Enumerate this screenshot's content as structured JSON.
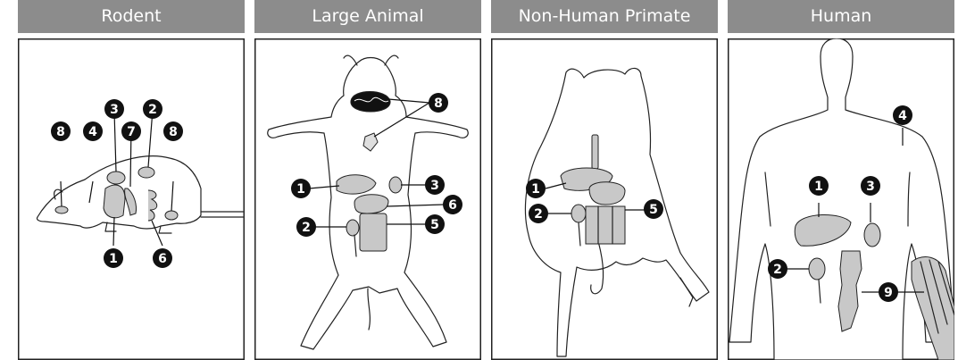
{
  "panels": [
    {
      "title": "Rodent",
      "markers": [
        "8",
        "4",
        "3",
        "7",
        "2",
        "8",
        "1",
        "6"
      ]
    },
    {
      "title": "Large Animal",
      "markers": [
        "8",
        "1",
        "3",
        "6",
        "2",
        "5"
      ]
    },
    {
      "title": "Non-Human Primate",
      "markers": [
        "1",
        "2",
        "5"
      ]
    },
    {
      "title": "Human",
      "markers": [
        "4",
        "1",
        "3",
        "2",
        "9"
      ]
    }
  ],
  "colors": {
    "header": "#8c8c8c",
    "organ": "#c8c8c8",
    "marker": "#111111",
    "outline": "#222222"
  }
}
